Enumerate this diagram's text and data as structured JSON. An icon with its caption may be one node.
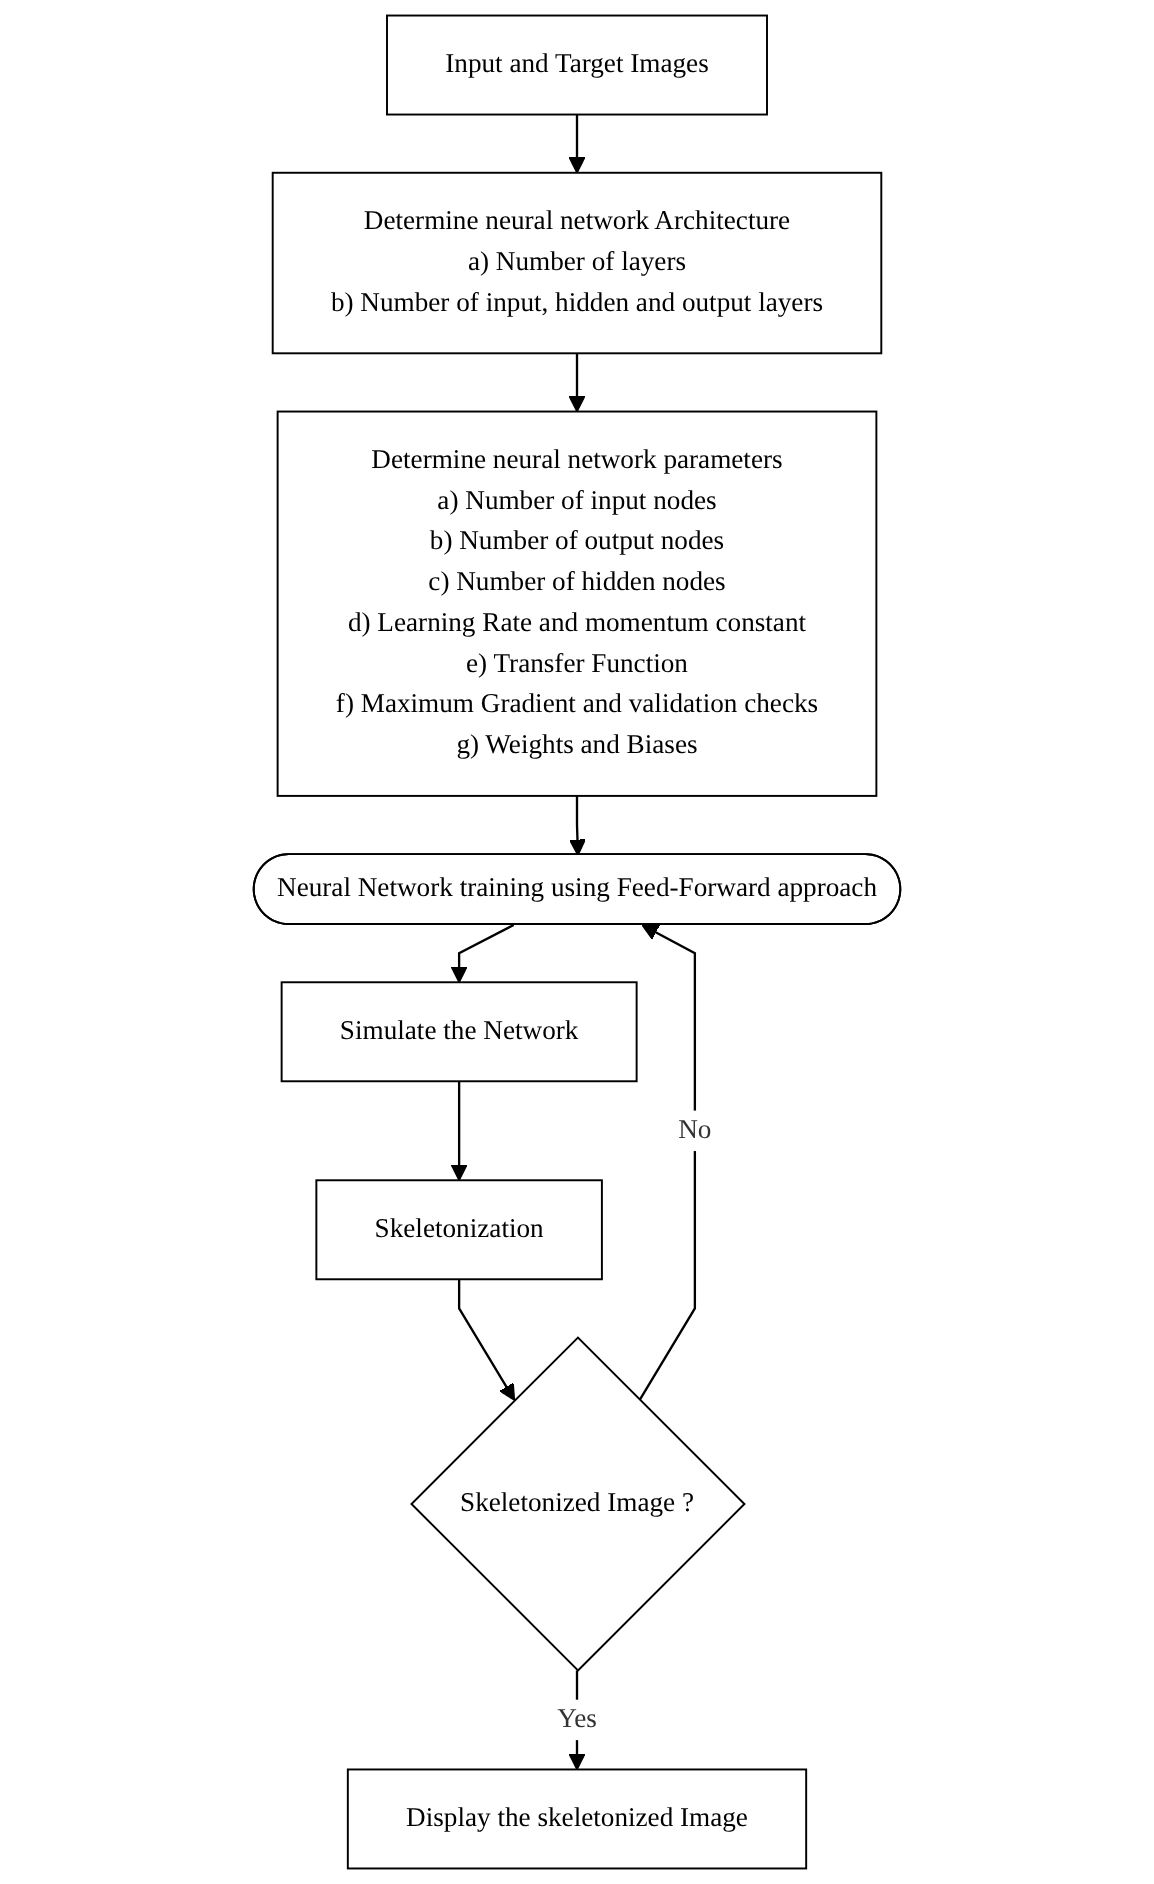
{
  "diagram": {
    "nodes": [
      {
        "text": [
          "Input and Target Images"
        ]
      },
      {
        "text": [
          "Determine neural network Architecture",
          "a) Number of layers",
          "b) Number of input, hidden and output layers"
        ]
      },
      {
        "text": [
          "Determine neural network parameters",
          "a) Number of input nodes",
          "b) Number of output nodes",
          "c) Number of hidden nodes",
          "d) Learning Rate and momentum constant",
          "e) Transfer Function",
          "f) Maximum Gradient and validation checks",
          "g) Weights and Biases"
        ]
      },
      {
        "text": [
          "Neural Network training using Feed-Forward approach"
        ]
      },
      {
        "text": [
          "Simulate the Network"
        ]
      },
      {
        "text": [
          "Skeletonization"
        ]
      },
      {
        "text": [
          "Skeletonized Image ?"
        ]
      },
      {
        "text": [
          "Display the skeletonized Image"
        ]
      }
    ],
    "edges": [
      {
        "from": 0,
        "to": 1,
        "arrow": "to"
      },
      {
        "from": 1,
        "to": 2,
        "arrow": "to"
      },
      {
        "from": 2,
        "to": 3,
        "arrow": "to"
      },
      {
        "from": 3,
        "to": 4,
        "arrow": "to"
      },
      {
        "from": 4,
        "to": 5,
        "arrow": "to"
      },
      {
        "from": 5,
        "to": 6,
        "arrow": "to"
      },
      {
        "from": 6,
        "to": 7,
        "label": "Yes",
        "arrow": "to"
      },
      {
        "from": 6,
        "to": 3,
        "label": "No",
        "arrow": "to"
      }
    ]
  }
}
